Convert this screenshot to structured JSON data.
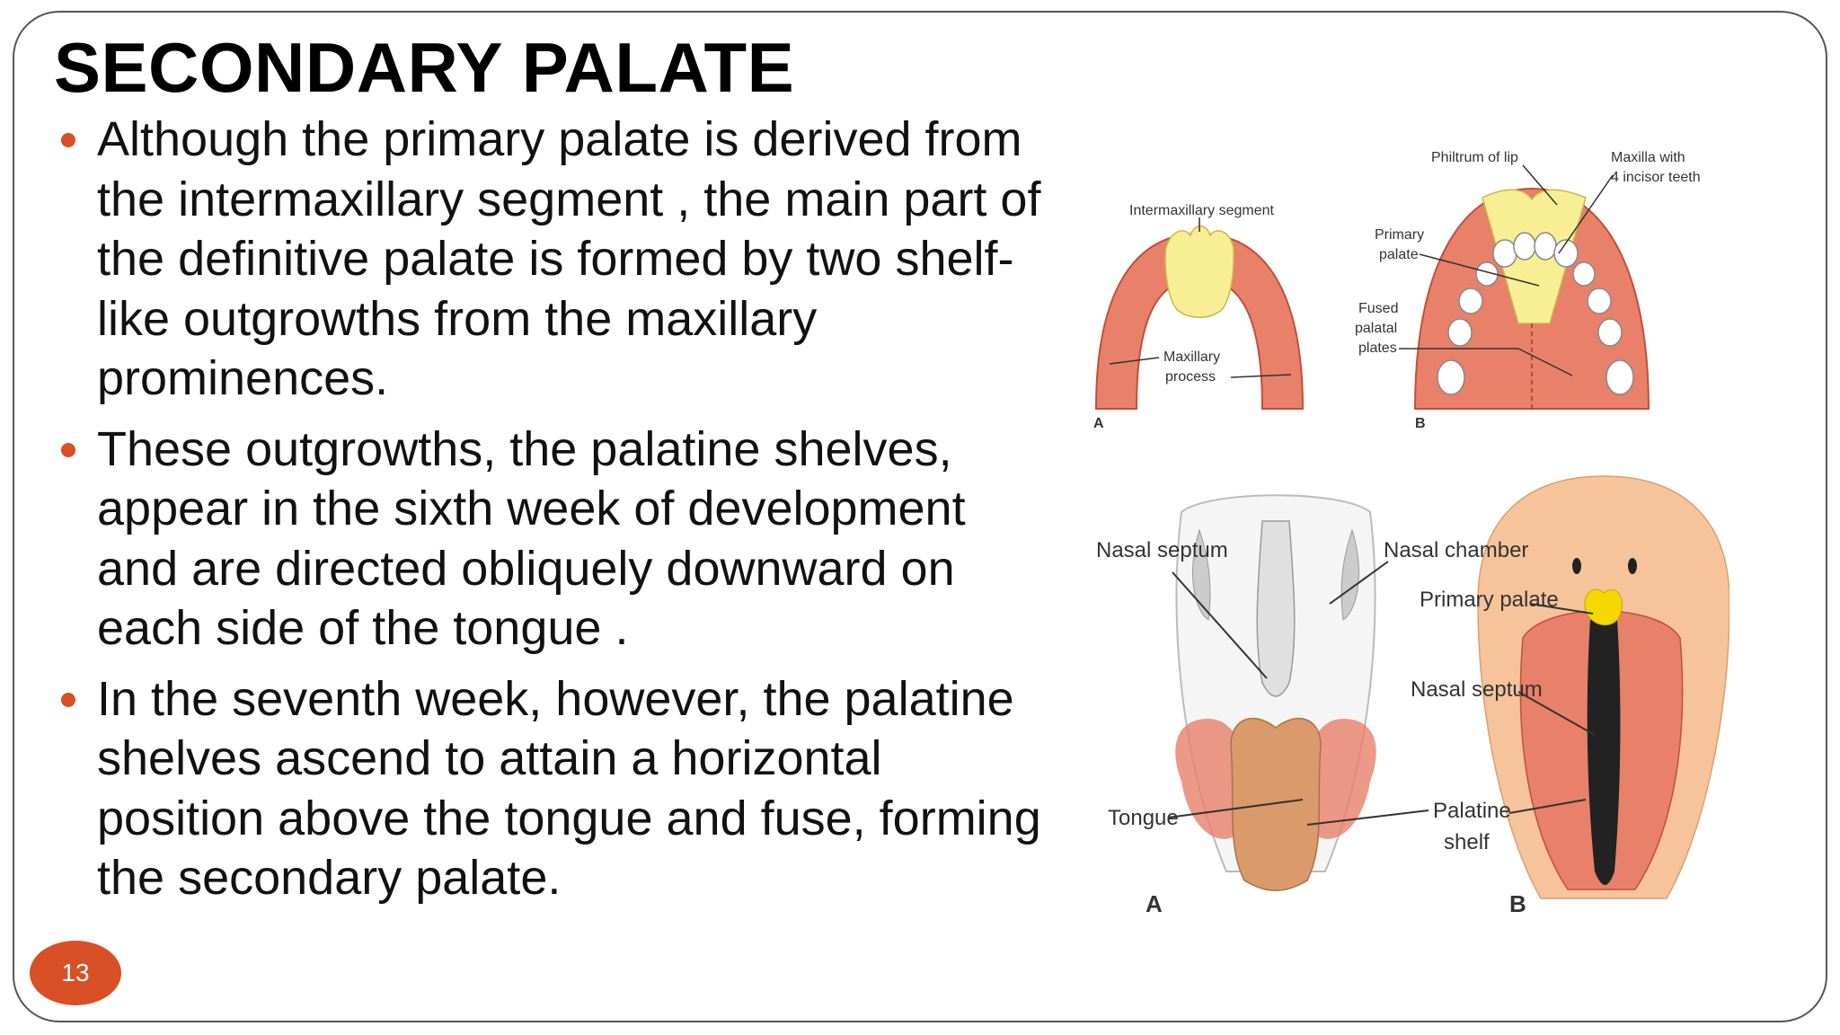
{
  "slide": {
    "title": "SECONDARY PALATE",
    "bullets": [
      "Although the primary palate is derived from the intermaxillary segment , the main part of the definitive palate is formed by two shelf-like outgrowths from the maxillary prominences.",
      "These outgrowths, the palatine shelves, appear in the sixth week of development and are directed obliquely downward on each side of the tongue .",
      "In the seventh week, however, the palatine shelves ascend to attain a horizontal position above the tongue and fuse, forming the secondary palate."
    ],
    "page_number": "13",
    "accent_color": "#d94f26"
  },
  "figure": {
    "top_a": {
      "label_intermaxillary": "Intermaxillary segment",
      "label_maxillary_1": "Maxillary",
      "label_maxillary_2": "process",
      "panel": "A"
    },
    "top_b": {
      "label_philtrum": "Philtrum of lip",
      "label_maxilla_1": "Maxilla with",
      "label_maxilla_2": "4 incisor teeth",
      "label_primary_1": "Primary",
      "label_primary_2": "palate",
      "label_fused_1": "Fused",
      "label_fused_2": "palatal",
      "label_fused_3": "plates",
      "panel": "B"
    },
    "bottom_a": {
      "label_nasal_septum": "Nasal septum",
      "label_tongue": "Tongue",
      "panel": "A"
    },
    "bottom_b": {
      "label_nasal_chamber": "Nasal chamber",
      "label_primary_palate": "Primary palate",
      "label_nasal_septum": "Nasal septum",
      "label_palatine_1": "Palatine",
      "label_palatine_2": "shelf",
      "panel": "B"
    },
    "colors": {
      "tissue": "#e8806a",
      "tissue_light": "#f2a38f",
      "yellow": "#f8ee94",
      "skin": "#f6c39a",
      "tongue": "#d99a6c"
    }
  }
}
